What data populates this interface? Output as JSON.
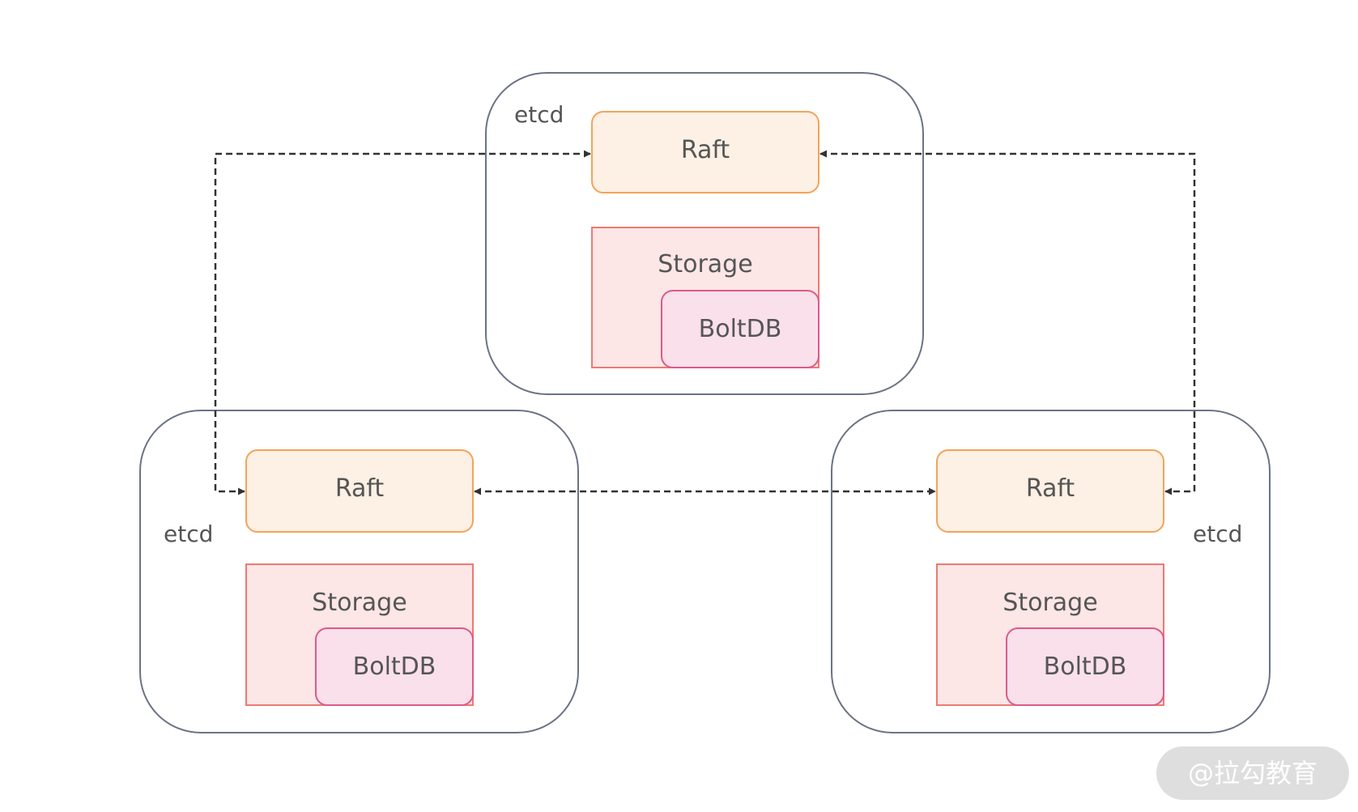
{
  "nodes": [
    {
      "etcd_label": "etcd",
      "raft_label": "Raft",
      "storage_label": "Storage",
      "boltdb_label": "BoltDB"
    },
    {
      "etcd_label": "etcd",
      "raft_label": "Raft",
      "storage_label": "Storage",
      "boltdb_label": "BoltDB"
    },
    {
      "etcd_label": "etcd",
      "raft_label": "Raft",
      "storage_label": "Storage",
      "boltdb_label": "BoltDB"
    }
  ],
  "watermark": {
    "text": "@拉勾教育"
  },
  "colors": {
    "etcd_border": "#6b7384",
    "raft_fill": "#fdf0e4",
    "raft_border": "#f2a45a",
    "storage_fill": "#fce6e6",
    "storage_border": "#ec7a72",
    "boltdb_fill": "#f9e0ea",
    "boltdb_border": "#dc5a8a",
    "connector": "#333333",
    "watermark_bg": "#dedede"
  }
}
